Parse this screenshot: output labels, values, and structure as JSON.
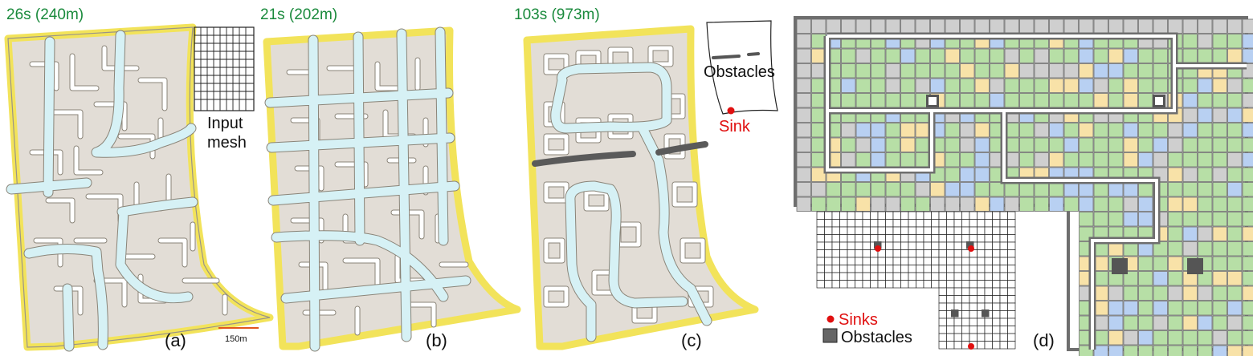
{
  "panels": {
    "a": {
      "time_label": "26s (240m)",
      "tag": "(a)",
      "inset_line1": "Input",
      "inset_line2": "mesh",
      "scale_label": "150m"
    },
    "b": {
      "time_label": "21s (202m)",
      "tag": "(b)"
    },
    "c": {
      "time_label": "103s (973m)",
      "tag": "(c)",
      "obstacles_label": "Obstacles",
      "sink_label": "Sink"
    },
    "d": {
      "tag": "(d)",
      "legend_sinks": "Sinks",
      "legend_obstacles": "Obstacles"
    }
  },
  "colors": {
    "time_label": "#1a8a3c",
    "boundary": "#f2e35a",
    "ground": "#e2ddd6",
    "road": "#d6f1f5",
    "sink": "#e01010",
    "cell_green": "#b7dfa6",
    "cell_blue": "#b8d0f2",
    "cell_yellow": "#f8e2a8",
    "cell_gray": "#cfcfcf",
    "obstacle": "#555555"
  }
}
